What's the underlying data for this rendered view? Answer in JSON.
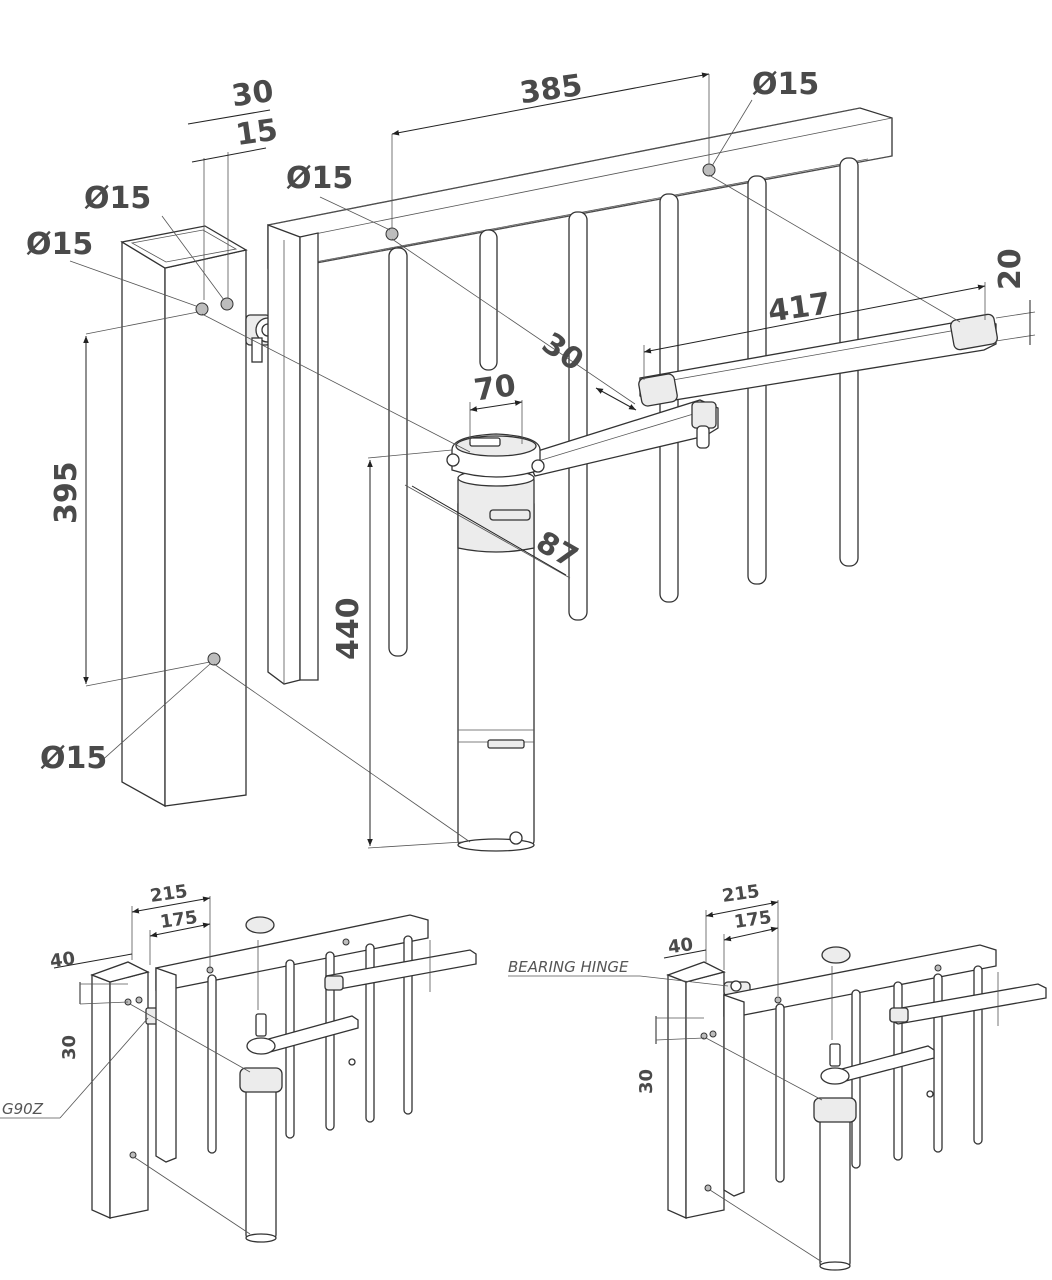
{
  "main": {
    "pitch_385": "385",
    "post_offset_30": "30",
    "post_offset_15": "15",
    "dia_post_left": "Ø15",
    "dia_post_top": "Ø15",
    "dia_post_bottom": "Ø15",
    "dia_gate_left": "Ø15",
    "dia_gate_right": "Ø15",
    "arm_length_417": "417",
    "arm_offset_20": "20",
    "arm_offset_30": "30",
    "body_width_70": "70",
    "body_depth_87": "87",
    "post_height_395": "395",
    "body_height_440": "440"
  },
  "left_detail": {
    "dim_215": "215",
    "dim_175": "175",
    "dim_40": "40",
    "dim_30": "30",
    "hinge_label": "G90Z"
  },
  "right_detail": {
    "dim_215": "215",
    "dim_175": "175",
    "dim_40": "40",
    "dim_30": "30",
    "hinge_label": "BEARING HINGE"
  }
}
